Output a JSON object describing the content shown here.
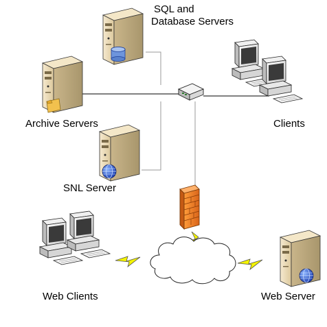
{
  "diagram": {
    "labels": {
      "sql_line1": "SQL and",
      "sql_line2": "Database Servers",
      "archive": "Archive Servers",
      "clients": "Clients",
      "snl": "SNL Server",
      "web_clients": "Web Clients",
      "web_server": "Web Server"
    },
    "nodes": [
      {
        "id": "sql-server",
        "icon": "server-database-icon"
      },
      {
        "id": "archive-server",
        "icon": "server-archive-icon"
      },
      {
        "id": "snl-server",
        "icon": "server-globe-icon"
      },
      {
        "id": "hub",
        "icon": "network-hub-icon"
      },
      {
        "id": "clients",
        "icon": "workstations-icon"
      },
      {
        "id": "firewall",
        "icon": "firewall-icon"
      },
      {
        "id": "internet",
        "icon": "cloud-icon"
      },
      {
        "id": "web-clients",
        "icon": "workstations-icon"
      },
      {
        "id": "web-server",
        "icon": "server-globe-icon"
      }
    ],
    "colors": {
      "server_body": "#ead9b3",
      "server_shade": "#bfae86",
      "firewall": "#f08a2c",
      "lightning": "#f4f400",
      "connector": "#000000",
      "connector_light": "#9a9a9a"
    }
  }
}
